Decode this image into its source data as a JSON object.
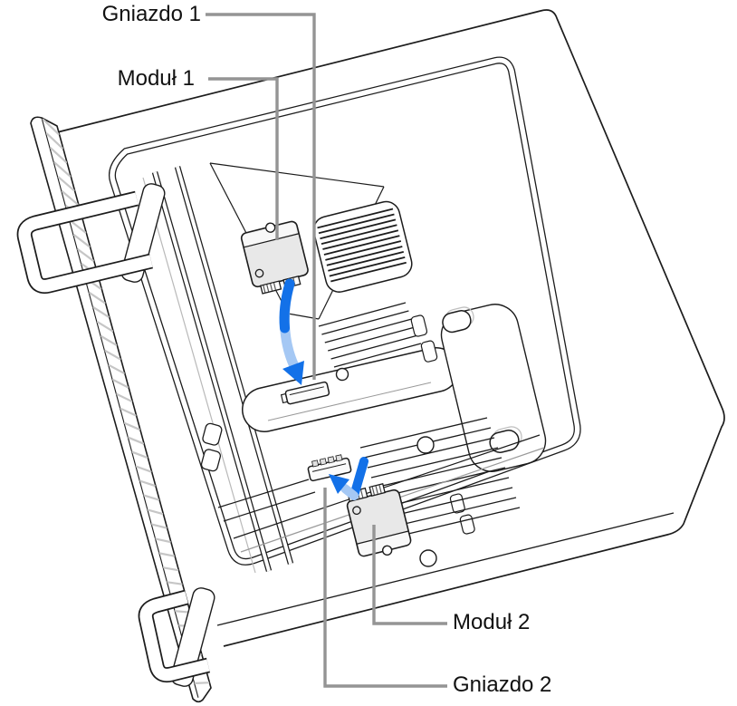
{
  "figure": {
    "labels": {
      "slot1": "Gniazdo 1",
      "module1": "Moduł 1",
      "module2": "Moduł 2",
      "slot2": "Gniazdo 2"
    },
    "colors": {
      "arrow_blue_dark": "#1371E8",
      "arrow_blue_light": "#A5C8F4",
      "callout_gray": "#949494",
      "line_black": "#1C1C1C",
      "module_fill": "#E8E8E8"
    },
    "icons": {
      "arrow1": "insert-arrow-down-icon",
      "arrow2": "insert-arrow-up-left-icon"
    }
  }
}
